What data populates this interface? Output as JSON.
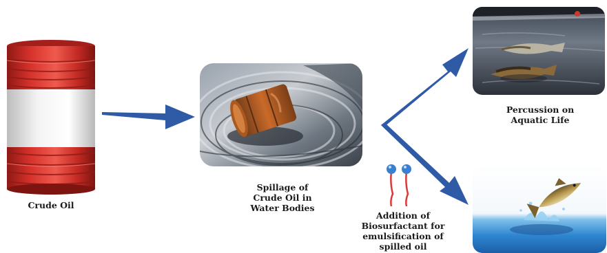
{
  "labels": {
    "crude_oil": "Crude Oil",
    "spillage": [
      "Spillage of",
      "Crude Oil in",
      "Water Bodies"
    ],
    "percussion": [
      "Percussion on",
      "Aquatic Life"
    ],
    "biosurfactant": [
      "Addition of",
      "Biosurfactant for",
      "emulsification of",
      "spilled oil"
    ]
  },
  "colors": {
    "arrow": "#2e5aa6",
    "barrel_red": "#d4302a",
    "surfactant_head": "#3a7fd0",
    "surfactant_tail": "#d83a3a"
  },
  "icons": {
    "barrel": "oil-barrel-icon",
    "spill_photo": "rusty-barrel-in-oil-spill-photo",
    "dead_fish_photo": "dead-fish-in-oily-water-photo",
    "healthy_fish_photo": "fish-jumping-from-clean-water-photo",
    "surfactant": "biosurfactant-molecule-icon"
  }
}
